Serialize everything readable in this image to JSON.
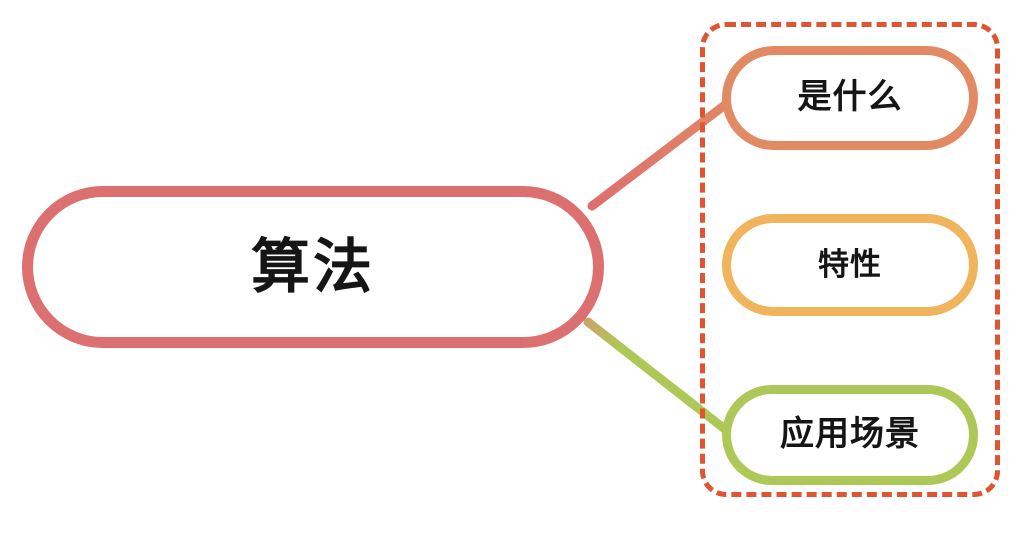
{
  "diagram": {
    "type": "mind-map",
    "title_node": "算法",
    "background_color": "#ffffff",
    "root": {
      "label": "算法",
      "stroke_color": "#DC6F70",
      "fill_color": "#ffffff",
      "shape": "stadium"
    },
    "branches": [
      {
        "label": "是什么",
        "stroke_color": "#E28A63",
        "connector_from_color": "#DC6F70",
        "connector_to_color": "#E28A63",
        "shape": "stadium",
        "order": 1
      },
      {
        "label": "特性",
        "stroke_color": "#F0B45C",
        "connector_from_color": "#DC6F70",
        "connector_to_color": "#F0B45C",
        "shape": "stadium",
        "order": 2
      },
      {
        "label": "应用场景",
        "stroke_color": "#AEC858",
        "connector_from_color": "#DC6F70",
        "connector_to_color": "#AEC858",
        "shape": "stadium",
        "order": 3
      }
    ],
    "highlight": {
      "style": "dashed",
      "color": "#DE5532",
      "encloses": [
        "是什么",
        "特性",
        "应用场景"
      ]
    }
  }
}
